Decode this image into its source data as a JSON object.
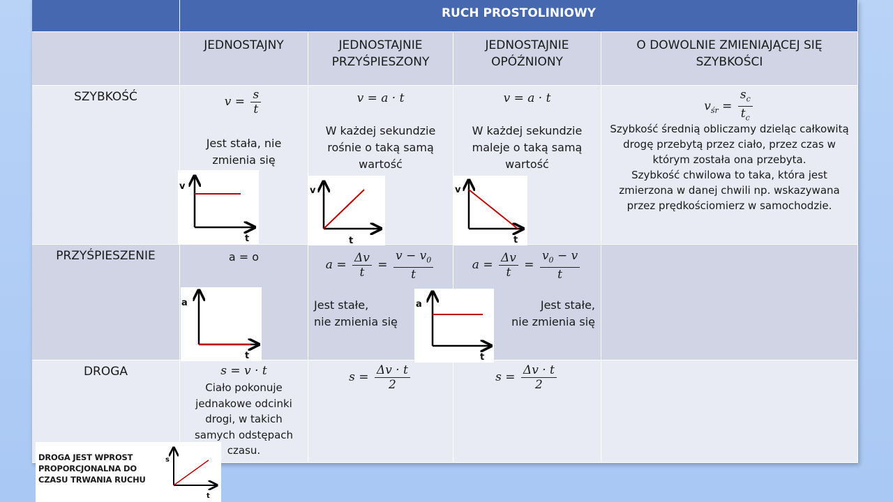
{
  "title": "RUCH PROSTOLINIOWY",
  "columns": [
    "JEDNOSTAJNY",
    "JEDNOSTAJNIE\nPRZYŚPIESZONY",
    "JEDNOSTAJNIE\nOPÓŹNIONY",
    "O DOWOLNIE ZMIENIAJĄCEJ SIĘ\nSZYBKOŚCI"
  ],
  "rows": {
    "speed": {
      "label": "SZYBKOŚĆ",
      "uniform_note": "Jest stała, nie\nzmienia się",
      "accel_note": "W każdej sekundzie\nrośnie o taką samą\nwartość",
      "decel_note": "W każdej sekundzie\nmaleje o taką samą\nwartość",
      "variable_note": "Szybkość średnią obliczamy dzieląc całkowitą\ndrogę przebytą przez ciało, przez czas w\nktórym została ona przebyta.\nSzybkość chwilowa to taka, która jest\nzmierzona w danej chwili np. wskazywana\nprzez prędkościomierz w samochodzie."
    },
    "acceleration": {
      "label": "PRZYŚPIESZENIE",
      "uniform_value": "a = o",
      "accel_note": "Jest stałe,\nnie zmienia się",
      "decel_note": "Jest stałe,\nnie zmienia się"
    },
    "distance": {
      "label": "DROGA",
      "uniform_note": "Ciało pokonuje\njednakowe odcinki\ndrogi, w takich\nsamych odstępach\nczasu."
    }
  },
  "graph_labels": {
    "v": "v",
    "a": "a",
    "s": "s",
    "t": "t"
  },
  "proportional_note": "DROGA JEST WPROST\nPROPORCJONALNA DO\nCZASU TRWANIA RUCHU",
  "colors": {
    "header": "#4668b0",
    "graph_line": "#c00000"
  }
}
